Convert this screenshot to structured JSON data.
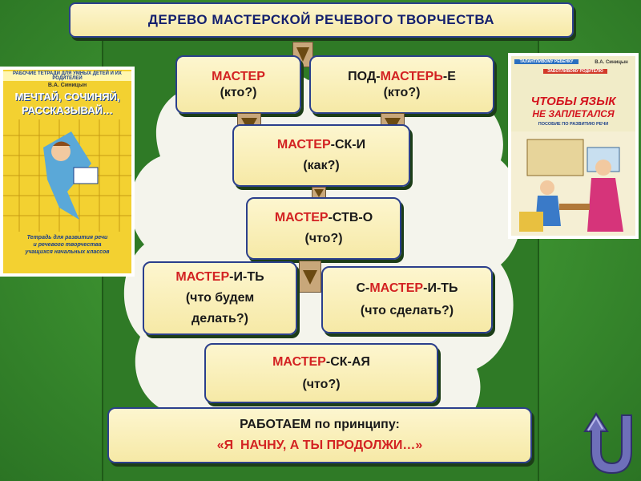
{
  "title": "ДЕРЕВО  МАСТЕРСКОЙ  РЕЧЕВОГО  ТВОРЧЕСТВА",
  "nodes": {
    "master": {
      "root": "МАСТЕР",
      "q": "(кто?)"
    },
    "podmaster": {
      "pre": "ПОД-",
      "root": "МАСТЕРЬ",
      "post": "-Е",
      "q": "(кто?)"
    },
    "masterski": {
      "root": "МАСТЕР",
      "post": "-СК-И",
      "q": "(как?)"
    },
    "masterstvo": {
      "root": "МАСТЕР",
      "post": "-СТВ-О",
      "q": "(что?)"
    },
    "masterit": {
      "root": "МАСТЕР",
      "post": "-И-ТЬ",
      "q1": "(что будем",
      "q2": "делать?)"
    },
    "smasterit": {
      "pre": "С-",
      "root": "МАСТЕР",
      "post": "-И-ТЬ",
      "q": "(что сделать?)"
    },
    "masterskaya": {
      "root": "МАСТЕР",
      "post": "-СК-АЯ",
      "q": "(что?)"
    }
  },
  "principle": {
    "line1_bold": "РАБОТАЕМ",
    "line1_rest": " по принципу:",
    "line2": "«Я  НАЧНУ, А ТЫ ПРОДОЛЖИ…»"
  },
  "book_left": {
    "series": "РАБОЧИЕ ТЕТРАДИ ДЛЯ УМНЫХ ДЕТЕЙ И ИХ РОДИТЕЛЕЙ",
    "author": "В.А. Синицын",
    "title1": "МЕЧТАЙ, СОЧИНЯЙ,",
    "title2": "РАССКАЗЫВАЙ…",
    "sub1": "Тетрадь для развития речи",
    "sub2": "и речевого творчества",
    "sub3": "учащихся начальных классов"
  },
  "book_right": {
    "tag1": "ТАЛАНТЛИВОМУ РЕБЁНКУ",
    "tag2": "ЗАБОТЛИВОМУ РОДИТЕЛЮ",
    "author": "В.А. Синицын",
    "title1": "ЧТОБЫ ЯЗЫК",
    "title2": "НЕ ЗАПЛЕТАЛСЯ",
    "sub": "ПОСОБИЕ ПО РАЗВИТИЮ РЕЧИ"
  },
  "colors": {
    "root": "#d32222",
    "title": "#14206e",
    "box_border": "#2b3f8c",
    "back_icon": "#6e6fb9"
  }
}
